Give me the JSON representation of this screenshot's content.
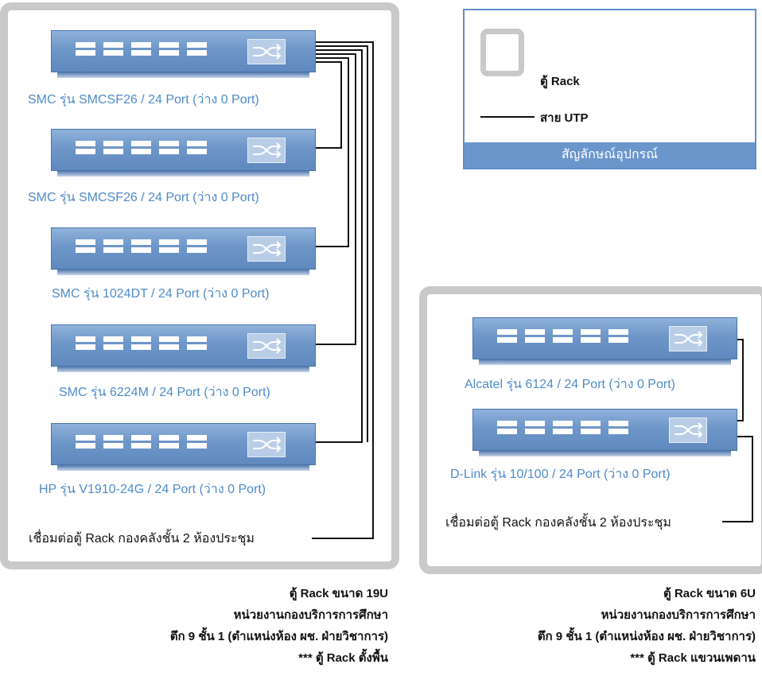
{
  "legend": {
    "rack_label": "ตู้ Rack",
    "cable_label": "สาย UTP",
    "title": "สัญลักษณ์อุปกรณ์"
  },
  "rack_left": {
    "switches": [
      "SMC รุ่น SMCSF26 / 24 Port (ว่าง 0 Port)",
      "SMC รุ่น SMCSF26 / 24 Port (ว่าง 0 Port)",
      "SMC รุ่น 1024DT / 24 Port (ว่าง 0 Port)",
      "SMC รุ่น 6224M / 24 Port (ว่าง 0 Port)",
      "HP รุ่น V1910-24G / 24 Port (ว่าง 0 Port)"
    ],
    "connection": "เชื่อมต่อตู้ Rack กองคลังชั้น 2 ห้องประชุม",
    "caption": [
      "ตู้ Rack ขนาด 19U",
      "หน่วยงานกองบริการการศึกษา",
      "ตึก 9 ชั้น 1 (ตำแหน่งห้อง ผช. ฝ่ายวิชาการ)",
      "*** ตู้ Rack ตั้งพื้น"
    ]
  },
  "rack_right": {
    "switches": [
      "Alcatel รุ่น 6124 / 24 Port (ว่าง 0 Port)",
      "D-Link รุ่น 10/100  / 24 Port (ว่าง 0 Port)"
    ],
    "connection": "เชื่อมต่อตู้ Rack กองคลังชั้น 2 ห้องประชุม",
    "caption": [
      "ตู้ Rack ขนาด 6U",
      "หน่วยงานกองบริการการศึกษา",
      "ตึก 9 ชั้น 1 (ตำแหน่งห้อง ผช. ฝ่ายวิชาการ)",
      "*** ตู้ Rack แขวนเพดาน"
    ]
  },
  "colors": {
    "switch_blue": "#6e96c8",
    "label_blue": "#4f8bc9",
    "rack_gray": "#c9c9c9",
    "legend_footer": "#6b96cc"
  }
}
